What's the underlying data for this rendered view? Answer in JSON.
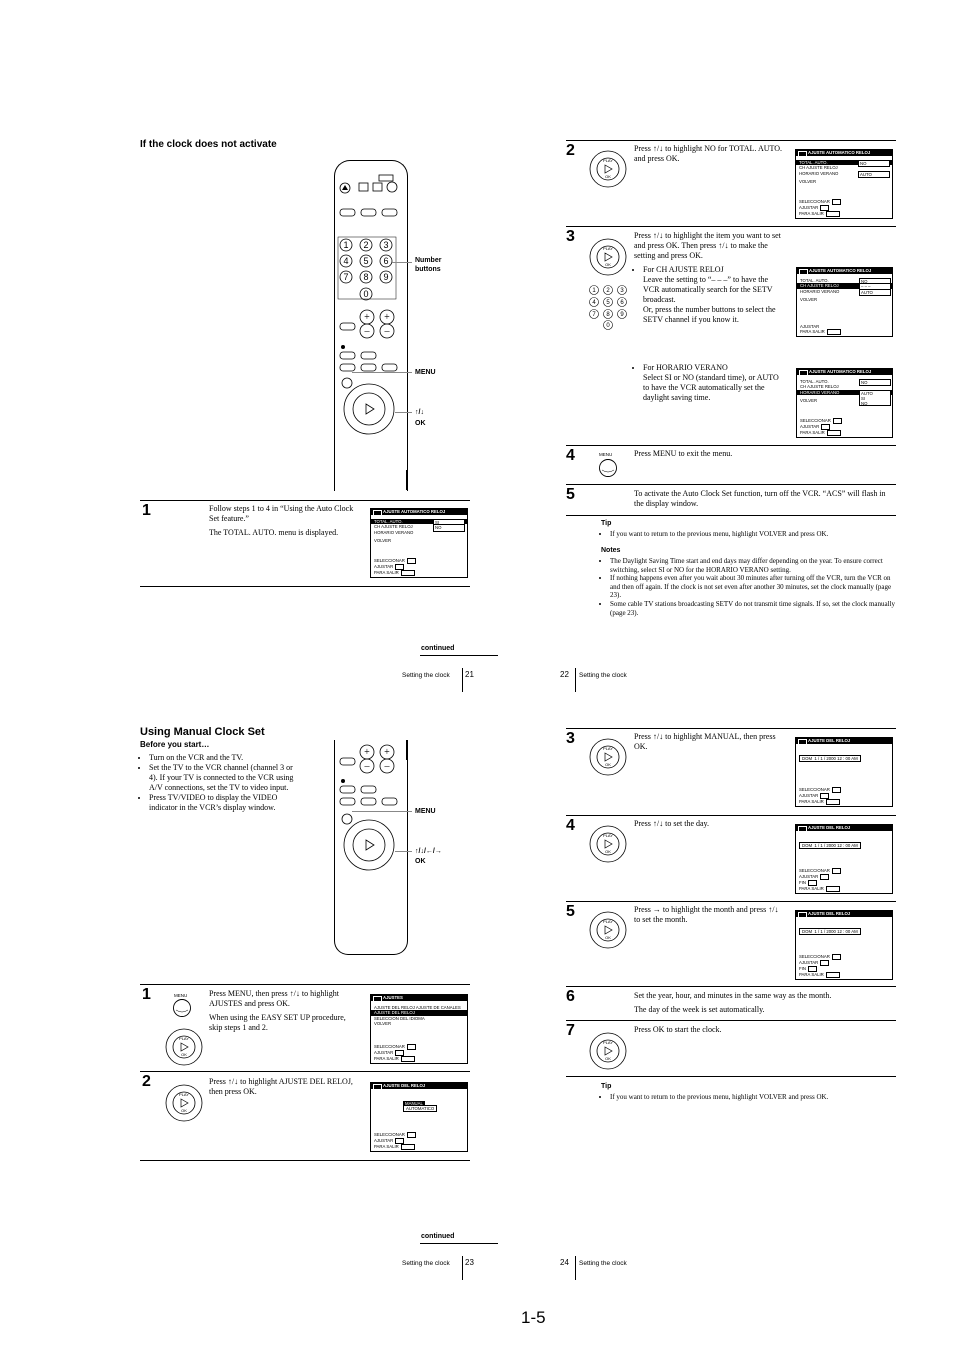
{
  "page_number": "1-5",
  "p21": {
    "heading": "If the clock does not activate",
    "labels": {
      "number_buttons": "Number\nbuttons",
      "menu": "MENU",
      "arrows": "↑/↓",
      "ok": "OK"
    },
    "step1": {
      "num": "1",
      "text1": "Follow steps 1 to 4 in “Using the Auto Clock Set feature.”",
      "text2": "The TOTAL. AUTO. menu is displayed."
    },
    "continued": "continued",
    "footer_text": "Setting the clock",
    "footer_num": "21"
  },
  "p22": {
    "step2": {
      "num": "2",
      "text": "Press ↑/↓ to highlight NO for TOTAL. AUTO. and press OK."
    },
    "step3": {
      "num": "3",
      "text": "Press ↑/↓ to highlight the item you want to set and press OK.  Then press ↑/↓ to make the setting and press OK.",
      "bullet1_title": "For CH AJUSTE RELOJ",
      "bullet1_text": "Leave the setting to “– – –” to have the VCR automatically search for the SETV broadcast.",
      "bullet1_text2": "Or, press the number buttons to select the SETV channel if you know it.",
      "bullet2_title": "For HORARIO VERANO",
      "bullet2_text": "Select SI or NO (standard time), or AUTO to have the VCR automatically set the daylight saving time."
    },
    "step4": {
      "num": "4",
      "text": "Press MENU to exit the menu.",
      "icon_label": "MENU"
    },
    "step5": {
      "num": "5",
      "text": "To activate the Auto Clock Set function, turn off the VCR.  “ACS” will flash in the display window."
    },
    "tip_title": "Tip",
    "tip": "If you want to return to the previous menu, highlight VOLVER and press OK.",
    "notes_title": "Notes",
    "notes": [
      "The Daylight Saving Time start and end days may differ depending on the year. To ensure correct switching, select SI or NO for the HORARIO VERANO setting.",
      "If nothing happens even after you wait about 30 minutes after turning off the VCR, turn the VCR on and then off again. If the clock is not set even after another 30 minutes, set the clock manually (page 23).",
      "Some cable TV stations broadcasting SETV do not transmit time signals. If so, set the clock manually (page 23)."
    ],
    "footer_num": "22",
    "footer_text": "Setting the clock"
  },
  "p23": {
    "heading": "Using Manual Clock Set",
    "subheading": "Before you start…",
    "bullets": [
      "Turn on the VCR and the TV.",
      "Set the TV to the VCR channel (channel 3 or 4).  If your TV is connected to the VCR using A/V connections, set the TV to video input.",
      "Press TV/VIDEO to display the VIDEO indicator in the VCR’s display window."
    ],
    "labels": {
      "menu": "MENU",
      "arrows": "↑/↓/←/→",
      "ok": "OK"
    },
    "step1": {
      "num": "1",
      "icon_label": "MENU",
      "text1": "Press MENU, then press ↑/↓ to highlight AJUSTES and press OK.",
      "text2": "When using the EASY SET UP procedure, skip steps 1 and 2."
    },
    "step2": {
      "num": "2",
      "text": "Press ↑/↓ to highlight AJUSTE DEL RELOJ, then press OK."
    },
    "continued": "continued",
    "footer_text": "Setting the clock",
    "footer_num": "23"
  },
  "p24": {
    "step3": {
      "num": "3",
      "text": "Press ↑/↓ to highlight MANUAL, then press OK."
    },
    "step4": {
      "num": "4",
      "text": "Press ↑/↓ to set the day."
    },
    "step5": {
      "num": "5",
      "text": "Press → to highlight the month and press ↑/↓ to set the month."
    },
    "step6": {
      "num": "6",
      "text1": "Set the year, hour, and minutes in the same way as the month.",
      "text2": "The day of the week is set automatically."
    },
    "step7": {
      "num": "7",
      "text": "Press OK to start the clock."
    },
    "tip_title": "Tip",
    "tip": "If you want to return to the previous menu, highlight VOLVER and press OK.",
    "footer_num": "24",
    "footer_text": "Setting the clock"
  },
  "osd": {
    "ajuste_auto": "AJUSTE AUTOMATICO RELOJ",
    "ajuste_del_reloj": "AJUSTE DEL RELOJ",
    "ajustes": "AJUSTES",
    "total_auto": "TOTAL. AUTO.",
    "ch_ajuste": "CH AJUSTE RELOJ",
    "horario": "HORARIO VERANO",
    "volver": "VOLVER",
    "si": "SI",
    "no": "NO",
    "auto": "AUTO",
    "dashes": "– – –",
    "seleccionar": "SELECCIONAR",
    "ajustar": "AJUSTAR",
    "fin": "FIN",
    "para_salir": "PARA SALIR",
    "menu_key": "MENU",
    "ajustes_items": [
      "AJUSTE DEL RELOJ  AJUSTE DE CANALES",
      "AJUSTE DEL RELOJ",
      "SELECCION DEL IDIOMA",
      "VOLVER"
    ],
    "manual": "MANUAL",
    "auto_opt": "AUTOMATICO",
    "clock_row": "1 /  1 / 2000  12 : 00 AM",
    "clock_lbl": "DOM"
  }
}
